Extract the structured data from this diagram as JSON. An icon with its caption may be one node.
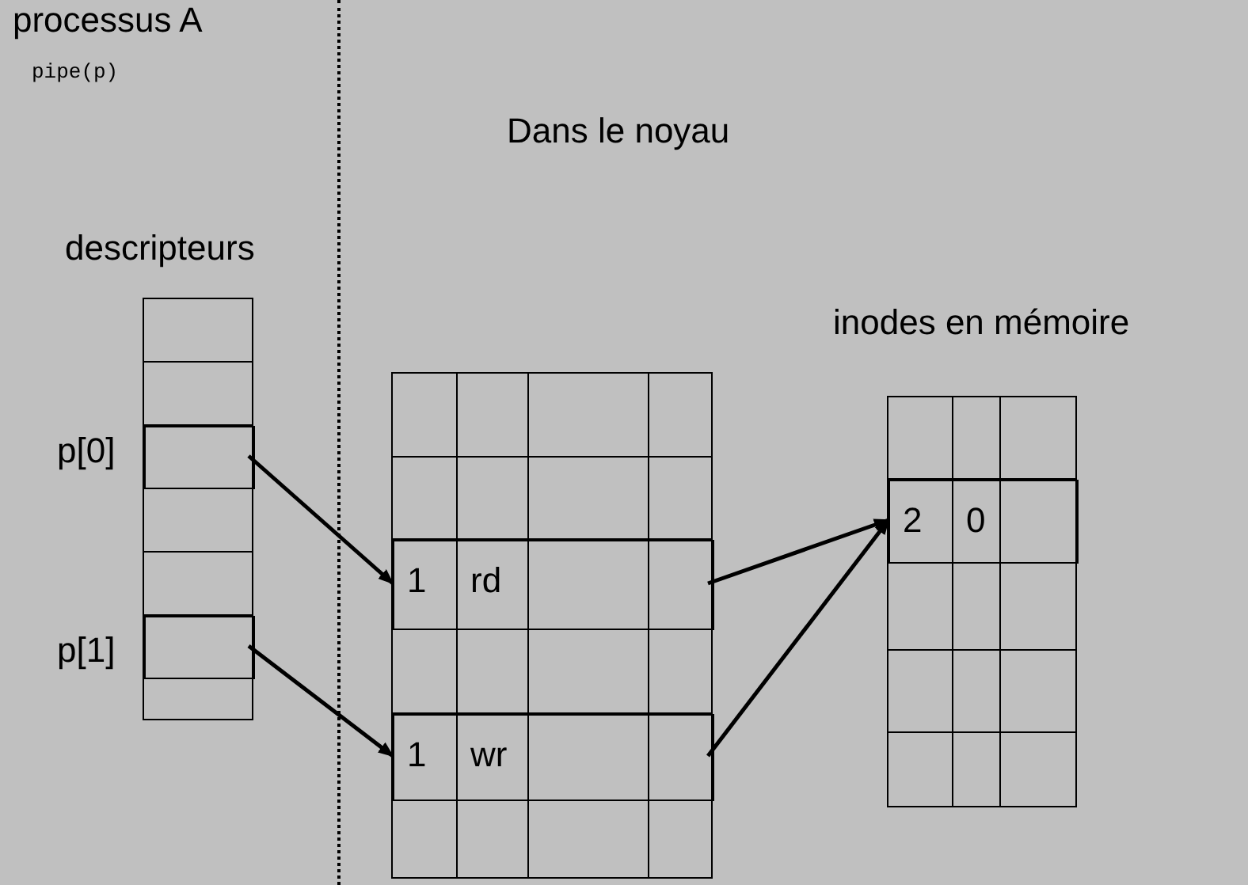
{
  "diagram": {
    "nodes": [
      {
        "text": [
          "processus A",
          "pipe(p)"
        ]
      },
      {
        "text": [
          "descripteurs"
        ],
        "in": 0
      },
      {
        "text": [],
        "shape": "box",
        "in": 1,
        "beside": [
          "p[0]"
        ]
      },
      {
        "text": [],
        "shape": "box",
        "in": 1,
        "beside": [
          "p[1]"
        ]
      },
      {
        "text": [
          "Dans le noyau"
        ]
      },
      {
        "text": [],
        "shape": "box",
        "in": 4
      },
      {
        "text": [
          "1",
          "rd"
        ],
        "in": 5
      },
      {
        "text": [
          "1",
          "wr"
        ],
        "in": 5
      },
      {
        "text": [
          "inodes en mémoire"
        ],
        "in": 4
      },
      {
        "text": [
          "2",
          "0"
        ],
        "in": 8
      }
    ],
    "edges": [
      {
        "from": 2,
        "to": 6,
        "arrow": "to"
      },
      {
        "from": 3,
        "to": 7,
        "arrow": "to"
      },
      {
        "from": 6,
        "to": 9,
        "arrow": "to"
      },
      {
        "from": 7,
        "to": 9,
        "arrow": "to"
      }
    ]
  }
}
